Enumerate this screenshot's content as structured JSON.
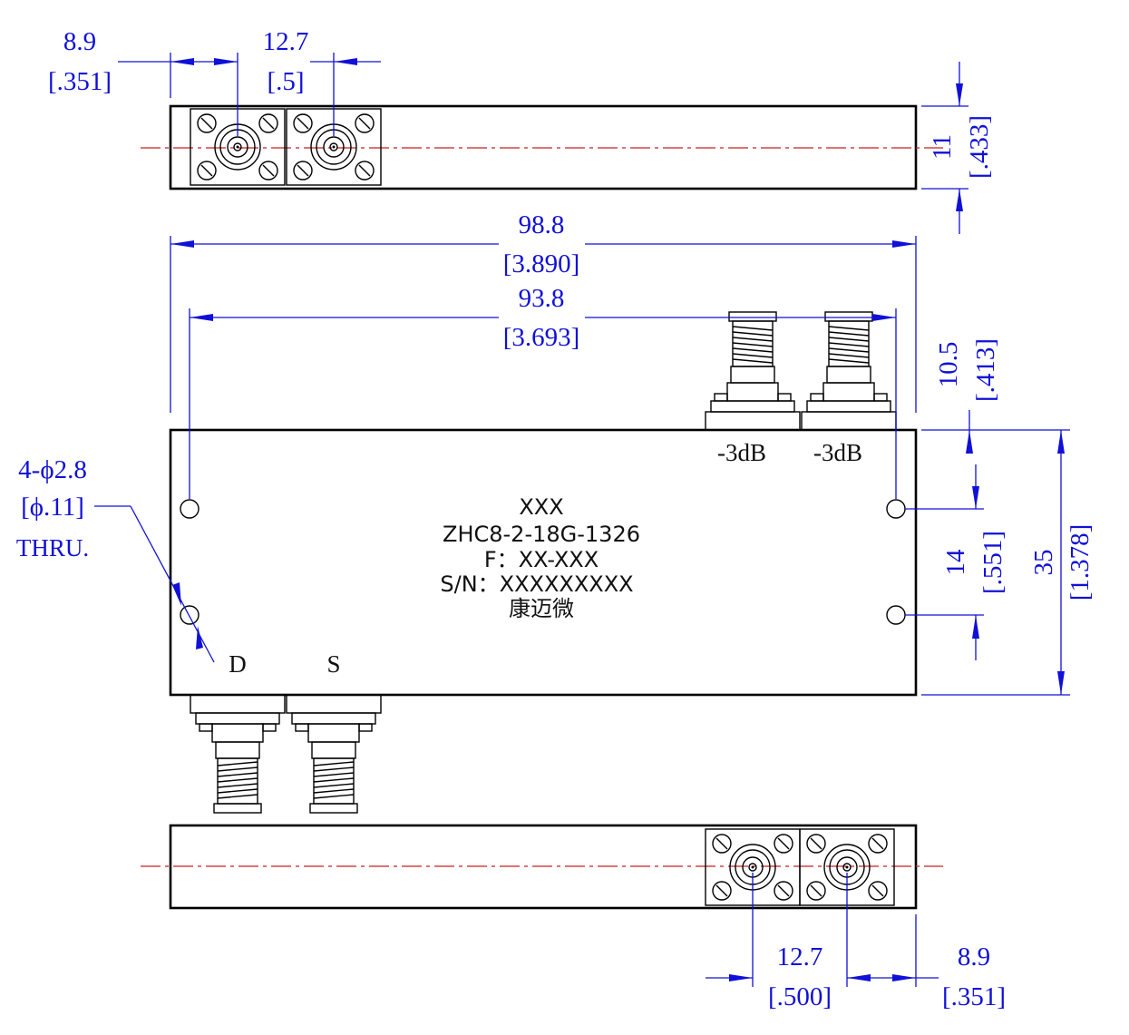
{
  "top_view": {
    "dim_connector_offset": {
      "mm": "8.9",
      "inch": "[.351]"
    },
    "dim_connector_pitch": {
      "mm": "12.7",
      "inch": "[.5]"
    },
    "dim_height": {
      "mm": "11",
      "inch": "[.433]"
    }
  },
  "front_view": {
    "dim_overall_length": {
      "mm": "98.8",
      "inch": "[3.890]"
    },
    "dim_hole_spacing": {
      "mm": "93.8",
      "inch": "[3.693]"
    },
    "dim_connector_height": {
      "mm": "10.5",
      "inch": "[.413]"
    },
    "dim_hole_vertical": {
      "mm": "14",
      "inch": "[.551]"
    },
    "dim_overall_width": {
      "mm": "35",
      "inch": "[1.378]"
    },
    "hole_callout": {
      "qty_dia": "4-ϕ2.8",
      "inch": "[ϕ.11]",
      "note": "THRU."
    },
    "port_labels": {
      "out1": "-3dB",
      "out2": "-3dB",
      "d": "D",
      "s": "S"
    },
    "label_plate": {
      "line1": "XXX",
      "line2": "ZHC8-2-18G-1326",
      "line3": "F：XX-XXX",
      "line4": "S/N：XXXXXXXXX",
      "line5": "康迈微"
    }
  },
  "bottom_view": {
    "dim_connector_pitch": {
      "mm": "12.7",
      "inch": "[.500]"
    },
    "dim_connector_offset": {
      "mm": "8.9",
      "inch": "[.351]"
    }
  },
  "colors": {
    "dimension": "#1010d8",
    "centerline": "#cc1f1f",
    "outline": "#000000"
  }
}
